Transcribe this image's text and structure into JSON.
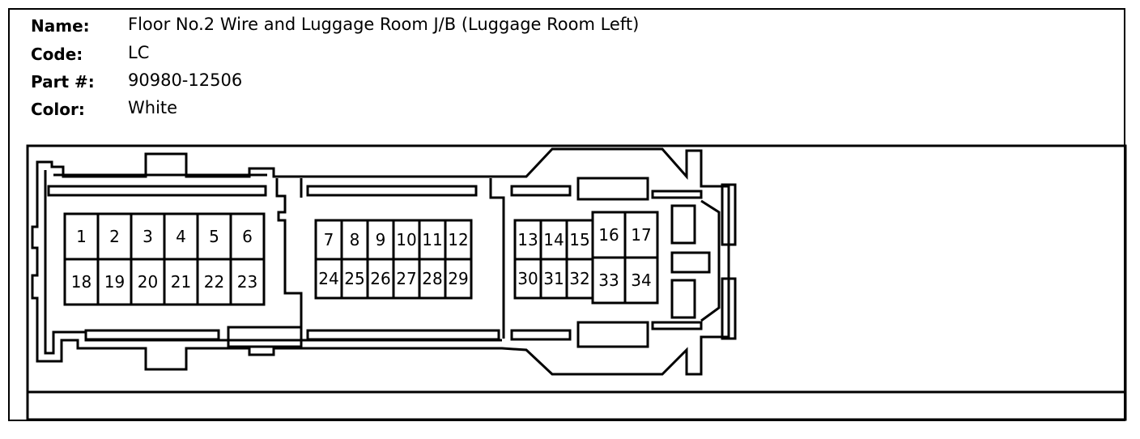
{
  "header": {
    "name_label": "Name:",
    "name_value": "Floor No.2 Wire and Luggage Room J/B (Luggage Room Left)",
    "code_label": "Code:",
    "code_value": "LC",
    "part_label": "Part #:",
    "part_value": "90980-12506",
    "color_label": "Color:",
    "color_value": "White"
  },
  "connector": {
    "pins_left": [
      "1",
      "2",
      "3",
      "4",
      "5",
      "6",
      "18",
      "19",
      "20",
      "21",
      "22",
      "23"
    ],
    "pins_mid": [
      "7",
      "8",
      "9",
      "10",
      "11",
      "12",
      "24",
      "25",
      "26",
      "27",
      "28",
      "29"
    ],
    "pins_right": [
      "13",
      "14",
      "15",
      "16",
      "17",
      "30",
      "31",
      "32",
      "33",
      "34"
    ]
  },
  "colors": {
    "line": "#000000",
    "background": "#ffffff"
  }
}
